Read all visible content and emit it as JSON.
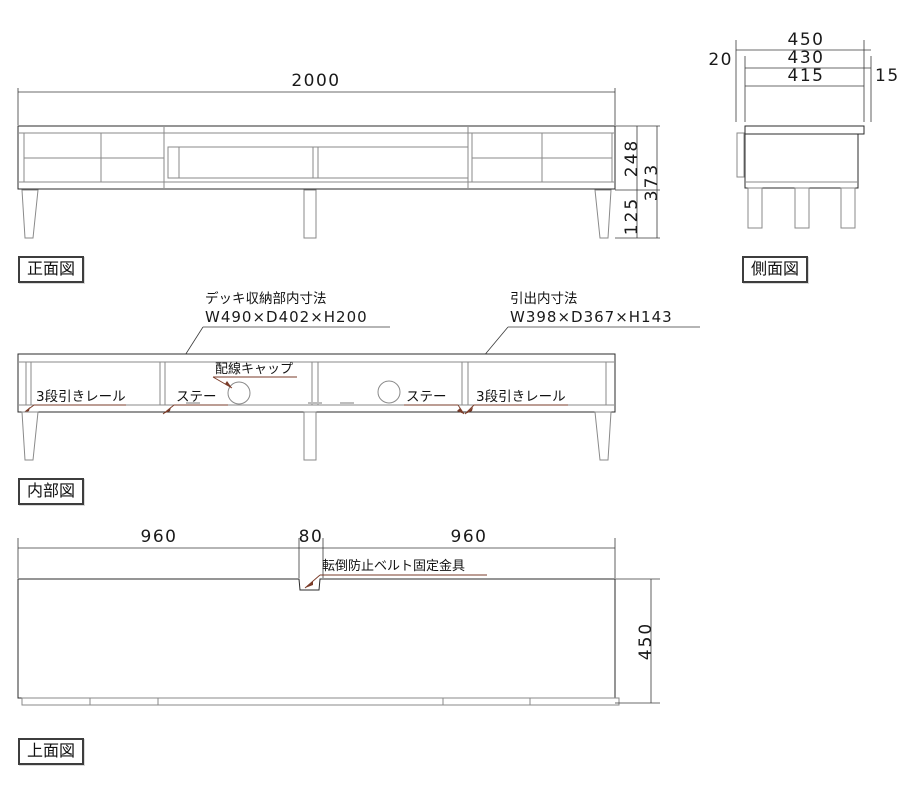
{
  "document": {
    "type": "furniture-technical-drawing",
    "unit": "mm"
  },
  "views": {
    "front": {
      "label": "正面図",
      "dimensions": {
        "overall_width": "2000",
        "body_height": "248",
        "leg_height": "125",
        "total_height": "373"
      }
    },
    "side": {
      "label": "側面図",
      "dimensions": {
        "overall_depth": "450",
        "body_depth": "430",
        "inner_depth": "415",
        "front_offset": "20",
        "back_offset": "15"
      }
    },
    "internal": {
      "label": "内部図",
      "annotations": {
        "deck_title": "デッキ収納部内寸法",
        "deck_size": "W490×D402×H200",
        "drawer_title": "引出内寸法",
        "drawer_size": "W398×D367×H143",
        "cable_cap": "配線キャップ",
        "stay_left": "ステー",
        "stay_right": "ステー",
        "rail_left": "3段引きレール",
        "rail_right": "3段引きレール"
      }
    },
    "top": {
      "label": "上面図",
      "dimensions": {
        "left_segment": "960",
        "center_segment": "80",
        "right_segment": "960",
        "depth": "450"
      },
      "annotations": {
        "anti_tip_bracket": "転倒防止ベルト固定金具"
      }
    }
  },
  "colors": {
    "outline": "#2b2b2b",
    "thin_line": "#8a8a8a",
    "dimension_line": "#3a3a3a",
    "leader": "#7a3b28",
    "background": "#ffffff"
  }
}
